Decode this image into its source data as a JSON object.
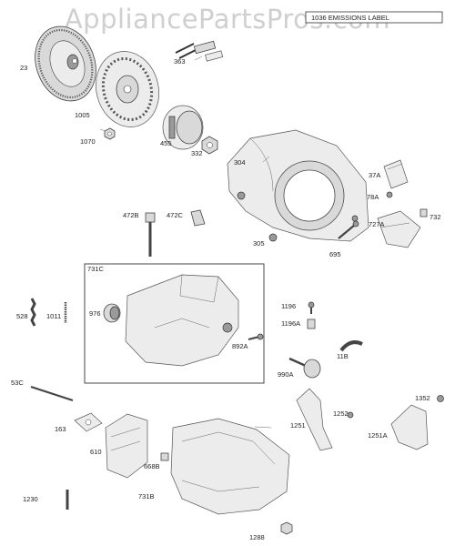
{
  "watermark": "AppliancePartsPros.com",
  "emissions_label": "1036 EMISSIONS LABEL",
  "callouts": [
    {
      "id": "23",
      "text": "23"
    },
    {
      "id": "1005",
      "text": "1005"
    },
    {
      "id": "1070",
      "text": "1070"
    },
    {
      "id": "363",
      "text": "363"
    },
    {
      "id": "455",
      "text": "455"
    },
    {
      "id": "332",
      "text": "332"
    },
    {
      "id": "304",
      "text": "304"
    },
    {
      "id": "37A",
      "text": "37A"
    },
    {
      "id": "78A",
      "text": "78A"
    },
    {
      "id": "727A",
      "text": "727A"
    },
    {
      "id": "732",
      "text": "732"
    },
    {
      "id": "472B",
      "text": "472B"
    },
    {
      "id": "472C",
      "text": "472C"
    },
    {
      "id": "305",
      "text": "305"
    },
    {
      "id": "695",
      "text": "695"
    },
    {
      "id": "731C",
      "text": "731C"
    },
    {
      "id": "976",
      "text": "976"
    },
    {
      "id": "892A",
      "text": "892A"
    },
    {
      "id": "528",
      "text": "528"
    },
    {
      "id": "1011",
      "text": "1011"
    },
    {
      "id": "1196",
      "text": "1196"
    },
    {
      "id": "1196A",
      "text": "1196A"
    },
    {
      "id": "11B",
      "text": "11B"
    },
    {
      "id": "990A",
      "text": "990A"
    },
    {
      "id": "53C",
      "text": "53C"
    },
    {
      "id": "1352",
      "text": "1352"
    },
    {
      "id": "1252",
      "text": "1252"
    },
    {
      "id": "1251",
      "text": "1251"
    },
    {
      "id": "1251A",
      "text": "1251A"
    },
    {
      "id": "163",
      "text": "163"
    },
    {
      "id": "610",
      "text": "610"
    },
    {
      "id": "668B",
      "text": "668B"
    },
    {
      "id": "731B",
      "text": "731B"
    },
    {
      "id": "1230",
      "text": "1230"
    },
    {
      "id": "1288",
      "text": "1288"
    }
  ]
}
